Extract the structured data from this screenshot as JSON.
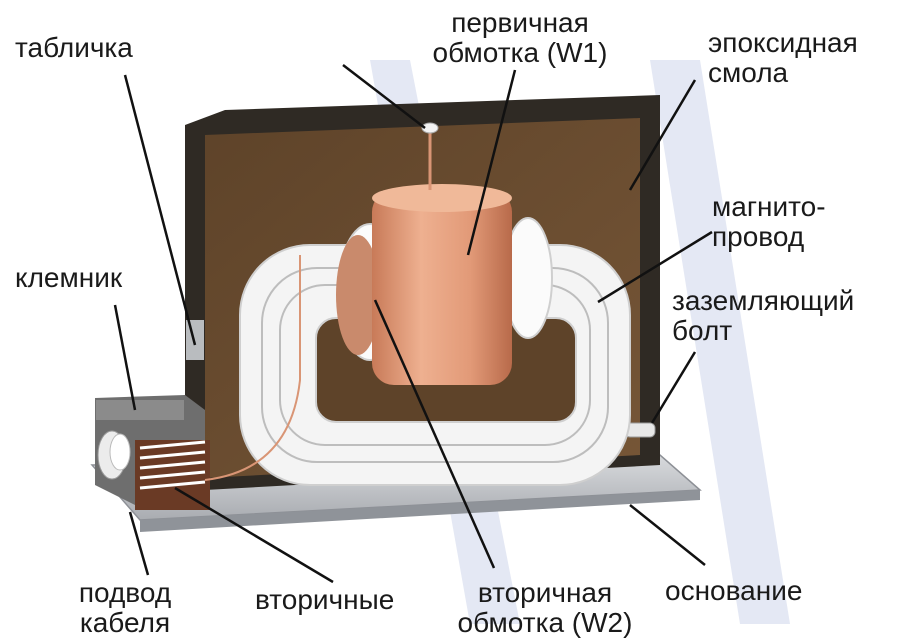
{
  "labels": {
    "nameplate": "табличка",
    "primary_winding": [
      "первичная",
      "обмотка (W1)"
    ],
    "epoxy": [
      "эпоксидная",
      "смола"
    ],
    "core": [
      "магнито-",
      "провод"
    ],
    "ground_bolt": [
      "заземляющий",
      "болт"
    ],
    "terminal_block": "клемник",
    "cable_entry": [
      "подвод",
      "кабеля"
    ],
    "secondary_leads": "вторичные",
    "secondary_winding": [
      "вторичная",
      "обмотка (W2)"
    ],
    "base": "основание"
  },
  "colors": {
    "epoxy_body": "#6b4c2f",
    "epoxy_edge": "#2f2a24",
    "core": "#f4f4f4",
    "primary_winding": "#e29a78",
    "secondary_winding": "#f7f7f7",
    "base_plate": "#c6c8cc",
    "leader": "#111111",
    "background_stripe": "#e3e7f3"
  }
}
